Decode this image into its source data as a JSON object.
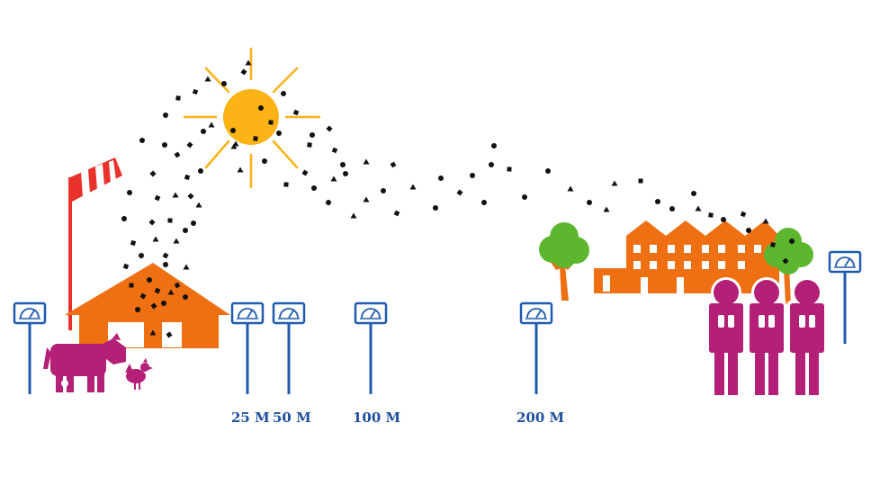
{
  "distance_markers": [
    {
      "label": "25 M"
    },
    {
      "label": "50 M"
    },
    {
      "label": "100 M"
    },
    {
      "label": "200 M"
    }
  ],
  "colors": {
    "barn": "#ef7012",
    "town": "#ef7012",
    "sun": "#fbb316",
    "sun_rays": "#fbb316",
    "cow": "#b41f77",
    "people": "#b41f77",
    "windsock": "#e8322b",
    "tree": "#5cb72e",
    "trunk": "#ef7012",
    "meter": "#1f5bb0",
    "particle": "#111111",
    "label": "#1f4fa0"
  },
  "icons": [
    "sun-icon",
    "windsock-icon",
    "barn-icon",
    "cow-icon",
    "chicken-icon",
    "meter-icon",
    "tree-icon",
    "houses-icon",
    "person-icon",
    "particle-icon"
  ]
}
